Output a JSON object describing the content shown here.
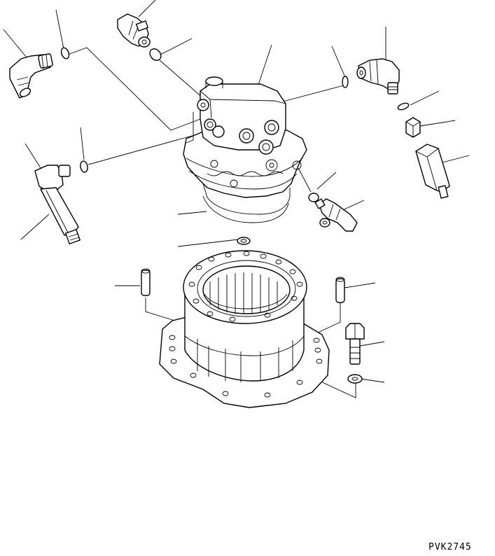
{
  "figure": {
    "reference_code": "PVK2745",
    "parts": [
      {
        "id": "motor-housing",
        "icon": "hydraulic-motor"
      },
      {
        "id": "reduction-gear-case",
        "icon": "ring-gear-housing"
      },
      {
        "id": "elbow-fitting-top-left",
        "icon": "elbow-fitting"
      },
      {
        "id": "union-fitting-top",
        "icon": "union-fitting"
      },
      {
        "id": "elbow-fitting-right",
        "icon": "elbow-fitting"
      },
      {
        "id": "relief-valve-left",
        "icon": "cartridge-valve"
      },
      {
        "id": "relief-valve-right",
        "icon": "cartridge-valve"
      },
      {
        "id": "plug",
        "icon": "plug"
      },
      {
        "id": "elbow-fitting-lower",
        "icon": "elbow-fitting"
      },
      {
        "id": "o-rings",
        "icon": "o-ring"
      },
      {
        "id": "seal-ring",
        "icon": "seal-ring"
      },
      {
        "id": "dowel-pins",
        "icon": "dowel-pin"
      },
      {
        "id": "bolt",
        "icon": "hex-bolt"
      },
      {
        "id": "washer",
        "icon": "washer"
      }
    ],
    "colors": {
      "line": "#000000",
      "background": "#ffffff"
    }
  }
}
